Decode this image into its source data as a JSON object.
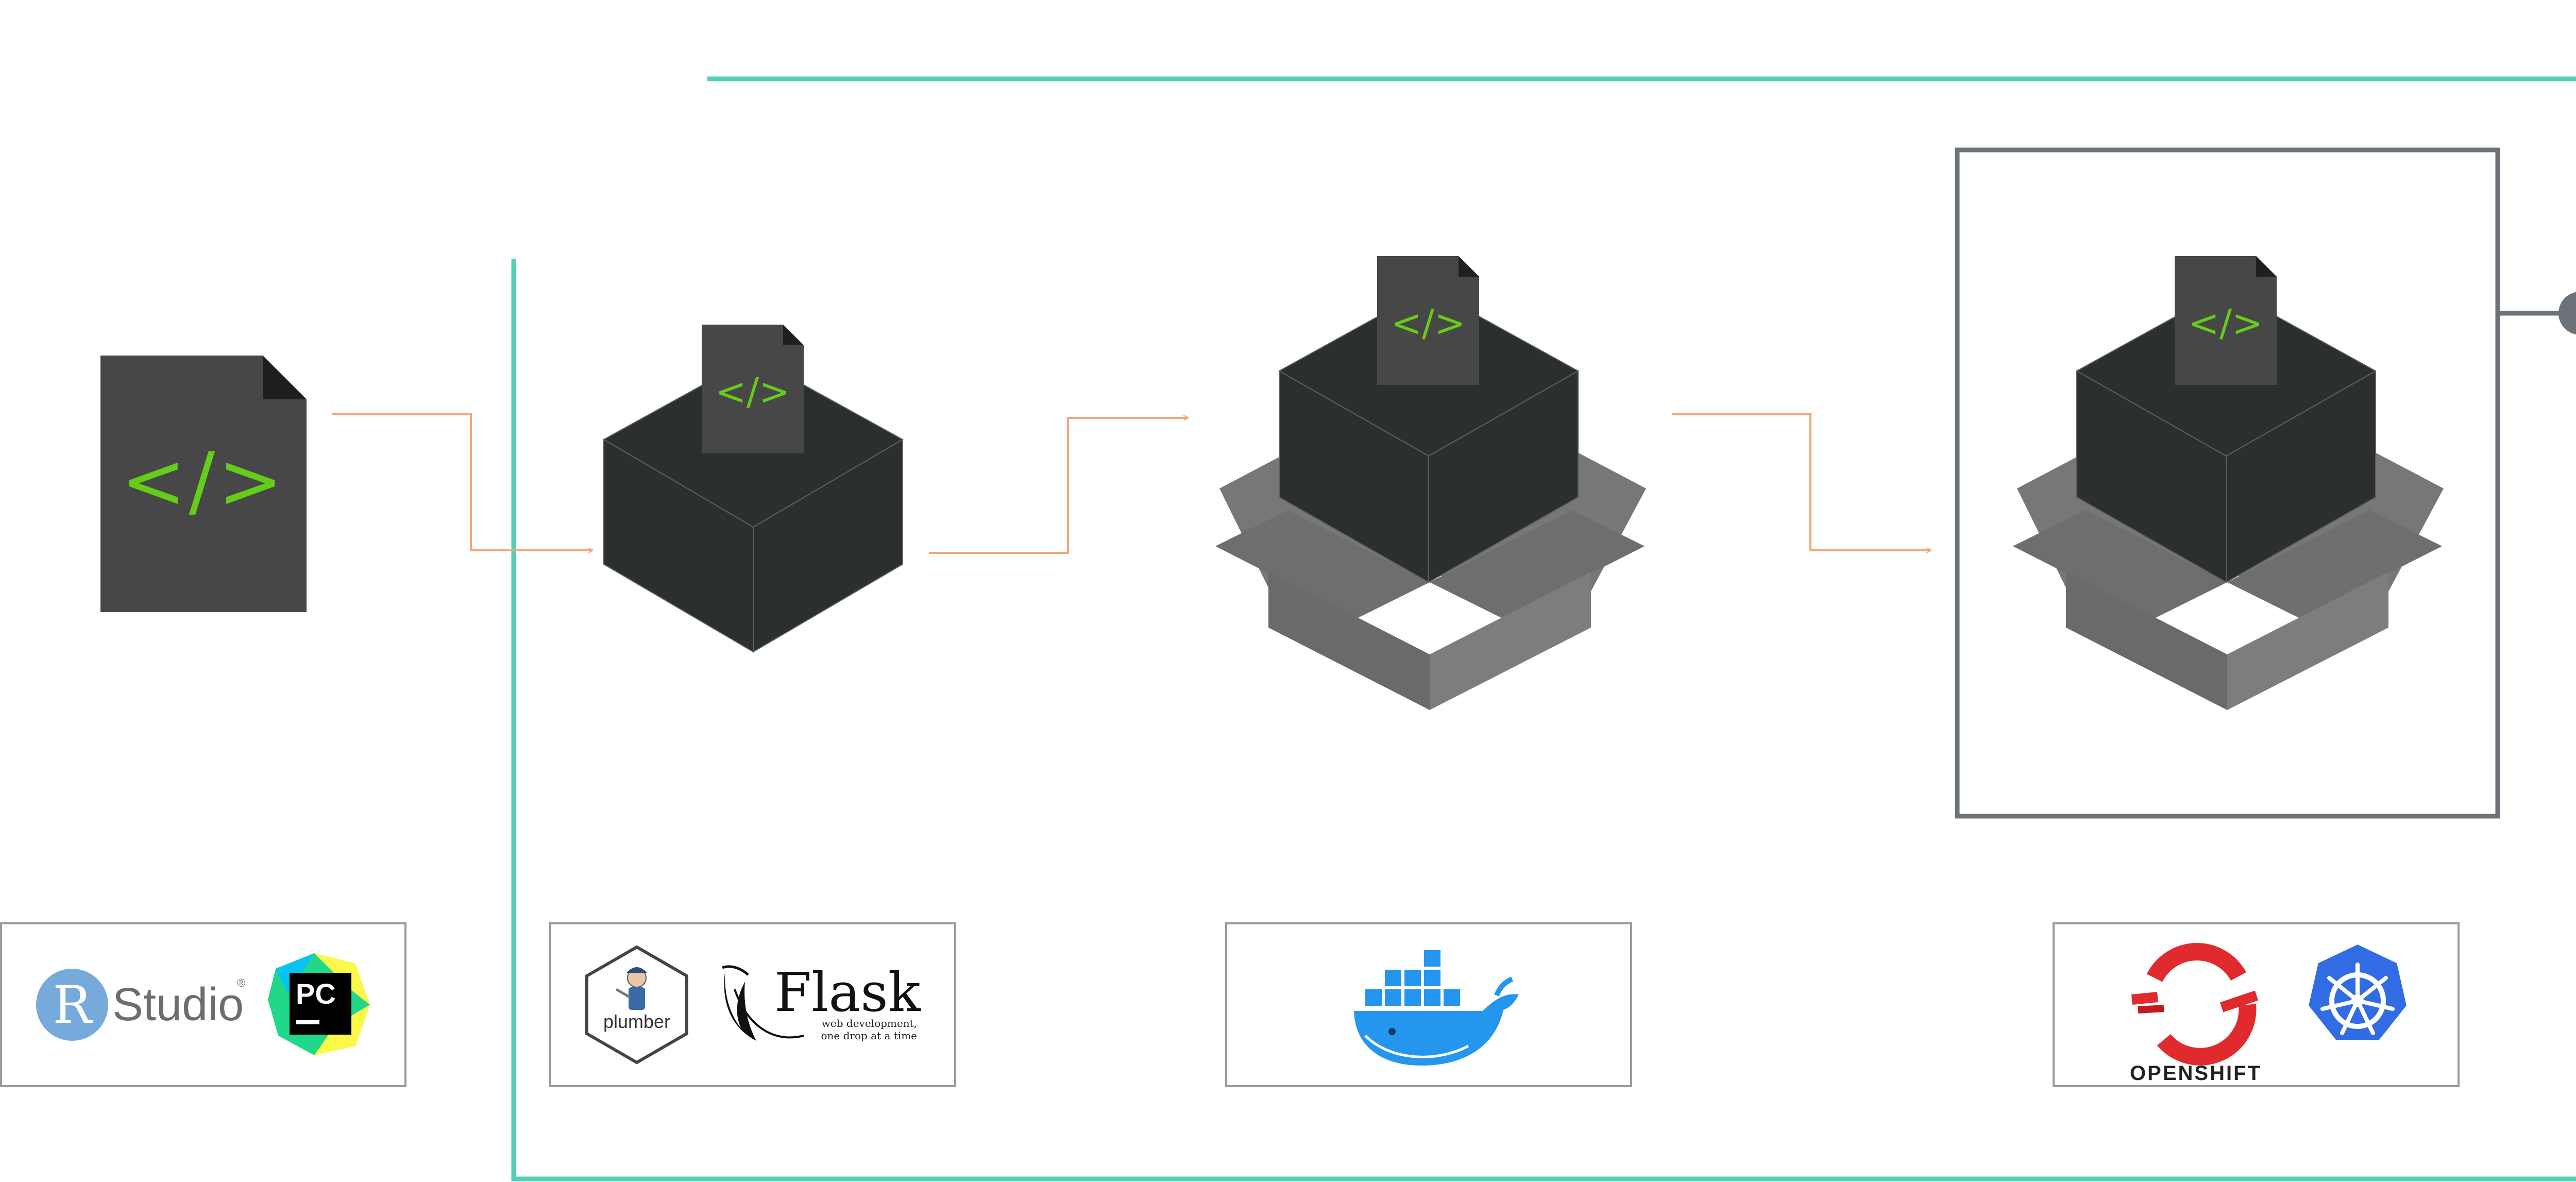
{
  "colors": {
    "teal_frame": "#4fd1b4",
    "orange_arrow": "#f0a87a",
    "gray_frame": "#6c7378",
    "logo_box_border": "#9a9a9a",
    "doc_dark": "#474747",
    "doc_fold": "#1f1f1f",
    "code_green": "#66cc1a",
    "cube_dark": "#2b302e",
    "cube_edge": "#5a605c",
    "box_gray": "#7a7a7a",
    "rstudio_blue": "#75aadb",
    "docker_blue": "#2496ed",
    "openshift_red": "#e12a2e",
    "kubernetes_blue": "#326ce5"
  },
  "stages": {
    "source": {
      "code_symbol": "</>",
      "icon": "code-file-icon"
    },
    "api": {
      "code_symbol": "</>",
      "icon": "code-cube-icon"
    },
    "container": {
      "code_symbol": "</>",
      "icon": "container-box-icon"
    },
    "deploy": {
      "code_symbol": "</>",
      "icon": "deployed-container-icon"
    }
  },
  "logos": {
    "rstudio": {
      "letter": "R",
      "word": "Studio",
      "reg": "®",
      "icon": "rstudio-logo"
    },
    "pycharm": {
      "text": "PC",
      "icon": "pycharm-logo"
    },
    "plumber": {
      "text": "plumber",
      "icon": "plumber-logo"
    },
    "flask": {
      "title": "Flask",
      "tagline_1": "web development,",
      "tagline_2": "one drop at a time",
      "icon": "flask-logo"
    },
    "docker": {
      "icon": "docker-logo"
    },
    "openshift": {
      "text": "OPENSHIFT",
      "icon": "openshift-logo"
    },
    "kubernetes": {
      "icon": "kubernetes-logo"
    }
  }
}
